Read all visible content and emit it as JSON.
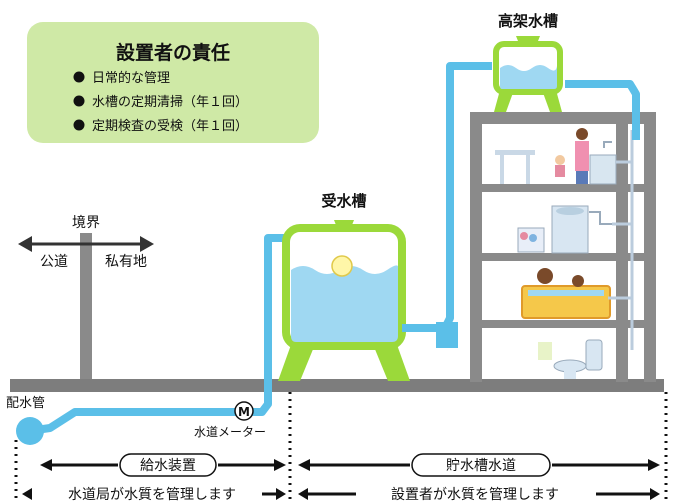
{
  "responsibility_box": {
    "title": "設置者の責任",
    "items": [
      "日常的な管理",
      "水槽の定期清掃（年１回）",
      "定期検査の受検（年１回）"
    ]
  },
  "labels": {
    "boundary": "境界",
    "public_road": "公道",
    "private_land": "私有地",
    "receiving_tank": "受水槽",
    "elevated_tank": "高架水槽",
    "distribution_pipe": "配水管",
    "water_meter": "水道メーター",
    "meter_symbol": "M"
  },
  "sections": {
    "supply_device": "給水装置",
    "tank_water_supply": "貯水槽水道",
    "bureau_manages": "水道局が水質を管理します",
    "owner_manages": "設置者が水質を管理します"
  },
  "colors": {
    "pipe": "#5bbfe8",
    "tank_frame": "#9bd93a",
    "water": "#9fd8f2",
    "info_box": "#cfe9a6",
    "building": "#8a8a8a",
    "ground": "#7d7d7d"
  }
}
